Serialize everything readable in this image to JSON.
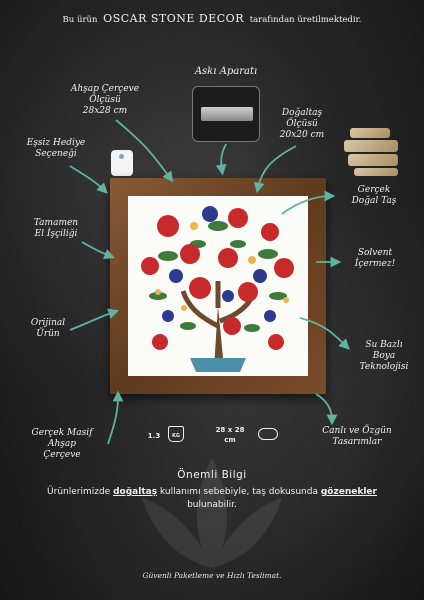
{
  "banner": {
    "prefix": "Bu ürün",
    "brand": "OSCAR STONE DECOR",
    "suffix": "tarafından üretilmektedir."
  },
  "labels": {
    "aski": "Askı Aparatı",
    "ahsap_olcu_1": "Ahşap Çerçeve",
    "ahsap_olcu_2": "Ölçüsü",
    "ahsap_olcu_3": "28x28 cm",
    "dogaltas_olcu_1": "Doğaltaş",
    "dogaltas_olcu_2": "Ölçüsü",
    "dogaltas_olcu_3": "20x20 cm",
    "hediye_1": "Eşsiz Hediye",
    "hediye_2": "Seçeneği",
    "gercek_tas_1": "Gerçek",
    "gercek_tas_2": "Doğal Taş",
    "el_iscilik_1": "Tamamen",
    "el_iscilik_2": "El İşçiliği",
    "solvent_1": "Solvent",
    "solvent_2": "İçermez!",
    "orijinal_1": "Orijinal",
    "orijinal_2": "Ürün",
    "su_bazli_1": "Su Bazlı",
    "su_bazli_2": "Boya",
    "su_bazli_3": "Teknolojisi",
    "masif_1": "Gerçek Masif",
    "masif_2": "Ahşap",
    "masif_3": "Çerçeve",
    "canli_1": "Canlı ve Özgün",
    "canli_2": "Tasarımlar"
  },
  "specs": {
    "weight": "1.3",
    "weight_unit": "KG",
    "size": "28 x 28",
    "size_unit": "cm"
  },
  "info": {
    "heading": "Önemli Bilgi",
    "text_1": "Ürünlerimizde",
    "text_bold_1": "doğaltaş",
    "text_2": "kullanımı sebebiyle, taş dokusunda",
    "text_bold_2": "gözenekler",
    "text_3": "bulunabilir."
  },
  "footer": "Güvenli Paketleme ve Hızlı Teslimat.",
  "colors": {
    "background": "#262626",
    "arrow": "#5fb3a0",
    "frame": "#6e4526",
    "pomegranate": "#c8292b",
    "leaf": "#3e7b3a",
    "flower_blue": "#2e3a8c"
  }
}
